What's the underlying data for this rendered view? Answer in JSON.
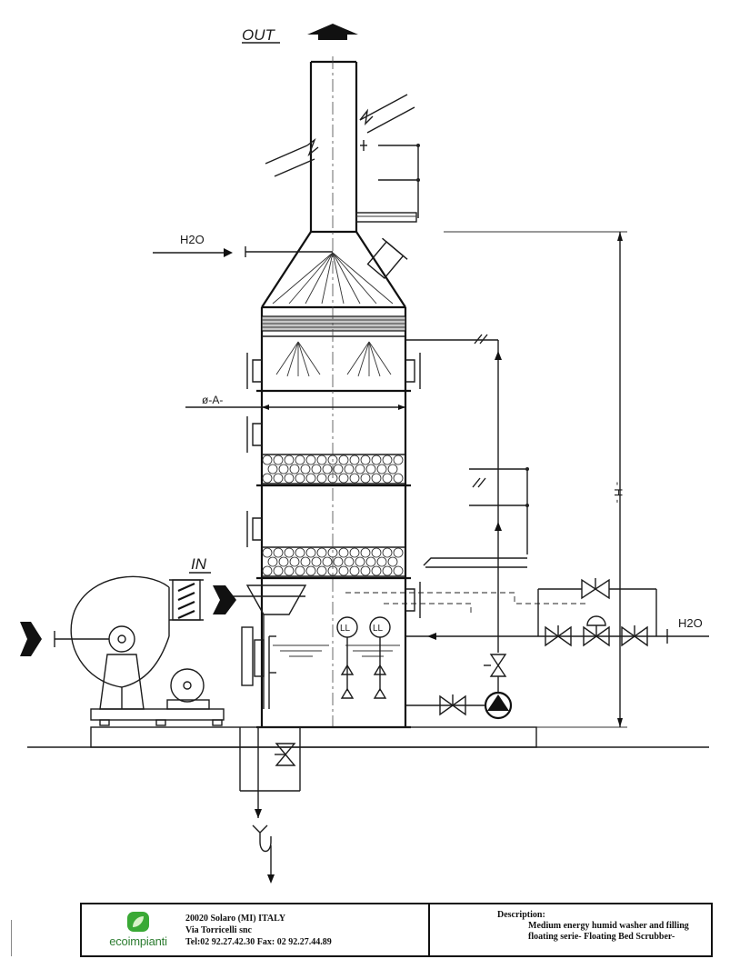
{
  "diagram": {
    "out_label": "OUT",
    "in_label": "IN",
    "h2o_top_label": "H2O",
    "h2o_right_label": "H2O",
    "diameter_label": "ø-A-",
    "height_label": "- H -",
    "level_switch_1": "LL",
    "level_switch_2": "LL"
  },
  "title_block": {
    "company_logo": "ecoimpianti",
    "address_line1": "20020  Solaro  (MI) ITALY",
    "address_line2": "Via Torricelli snc",
    "address_line3": "Tel:02 92.27.42.30    Fax: 02 92.27.44.89",
    "description_label": "Description:",
    "description_line1": "Medium energy humid washer and filling",
    "description_line2": "floating serie- Floating Bed Scrubber-"
  },
  "colors": {
    "line": "#1c1c1c",
    "logo_green": "#3aa935",
    "logo_text": "#2e7d32"
  }
}
